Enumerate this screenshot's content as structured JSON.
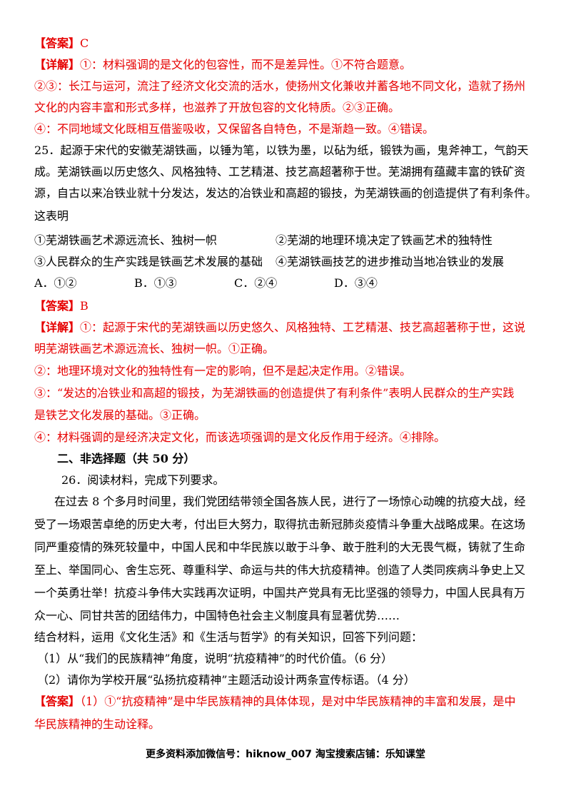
{
  "q24": {
    "answer_tag": "【答案】",
    "answer": "C",
    "explain_tag": "【详解】",
    "lines": [
      "①：材料强调的是文化的包容性，而不是差异性。①不符合题意。",
      "②③：长江与运河，流注了经济文化交流的活水，使扬州文化兼收并蓄各地不同文化，造就了扬州",
      "文化的内容丰富和形式多样，也滋养了开放包容的文化特质。②③正确。",
      "④：不同地域文化既相互借鉴吸收，又保留各自特色，不是渐趋一致。④错误。"
    ]
  },
  "q25": {
    "stem": [
      "25．起源于宋代的安徽芜湖铁画，以锤为笔，以铁为墨，以砧为纸，锻铁为画，鬼斧神工，气韵天",
      "成。芜湖铁画以历史悠久、风格独特、工艺精湛、技艺高超著称于世。芜湖拥有蕴藏丰富的铁矿资",
      "源，自古以来冶铁业就十分发达，发达的冶铁业和高超的锻技，为芜湖铁画的创造提供了有利条件。",
      "这表明"
    ],
    "statements": [
      "①芜湖铁画艺术源远流长、独树一帜",
      "②芜湖的地理环境决定了铁画艺术的独特性",
      "③人民群众的生产实践是铁画艺术发展的基础",
      "④芜湖铁画技艺的进步推动当地冶铁业的发展"
    ],
    "choices": [
      "A．①②",
      "B．①③",
      "C．②④",
      "D．③④"
    ],
    "answer_tag": "【答案】",
    "answer": "B",
    "explain_tag": "【详解】",
    "lines": [
      "①：起源于宋代的芜湖铁画以历史悠久、风格独特、工艺精湛、技艺高超著称于世，这说",
      "明芜湖铁画艺术源远流长、独树一帜。①正确。",
      "②：地理环境对文化的独特性有一定的影响，但不是起决定作用。②错误。",
      "③：“发达的冶铁业和高超的锻技，为芜湖铁画的创造提供了有利条件”表明人民群众的生产实践",
      "是铁艺文化发展的基础。③正确。",
      "④：材料强调的是经济决定文化，而该选项强调的是文化反作用于经济。④排除。"
    ]
  },
  "section2": {
    "heading": "二、非选择题（共 50 分）"
  },
  "q26": {
    "intro": "26．阅读材料，完成下列要求。",
    "material": [
      "在过去 8 个多月时间里，我们党团结带领全国各族人民，进行了一场惊心动魄的抗疫大战，经",
      "受了一场艰苦卓绝的历史大考，付出巨大努力，取得抗击新冠肺炎疫情斗争重大战略成果。在这场",
      "同严重疫情的殊死较量中，中国人民和中华民族以敢于斗争、敢于胜利的大无畏气概，铸就了生命",
      "至上、举国同心、舍生忘死、尊重科学、命运与共的伟大抗疫精神。创造了人类同疾病斗争史上又",
      "一个英勇壮举！抗疫斗争伟大实践再次证明，中国共产党具有无比坚强的领导力，中国人民具有万",
      "众一心、同甘共苦的团结伟力，中国特色社会主义制度具有显著优势……"
    ],
    "prompt": "结合材料，运用《文化生活》和《生活与哲学》的有关知识，回答下列问题：",
    "questions": [
      "（1）从“我们的民族精神”角度，说明“抗疫精神”的时代价值。（6 分）",
      "（2）请你为学校开展“弘扬抗疫精神”主题活动设计两条宣传标语。（4 分）"
    ],
    "answer_tag": "【答案】",
    "answer_lines": [
      "（1）①“抗疫精神”是中华民族精神的具体体现，是对中华民族精神的丰富和发展，是中",
      "华民族精神的生动诠释。"
    ]
  },
  "footer": "更多资料添加微信号：hiknow_007  淘宝搜索店铺：乐知课堂",
  "colors": {
    "answer_red": "#e60000",
    "text": "#000000"
  }
}
